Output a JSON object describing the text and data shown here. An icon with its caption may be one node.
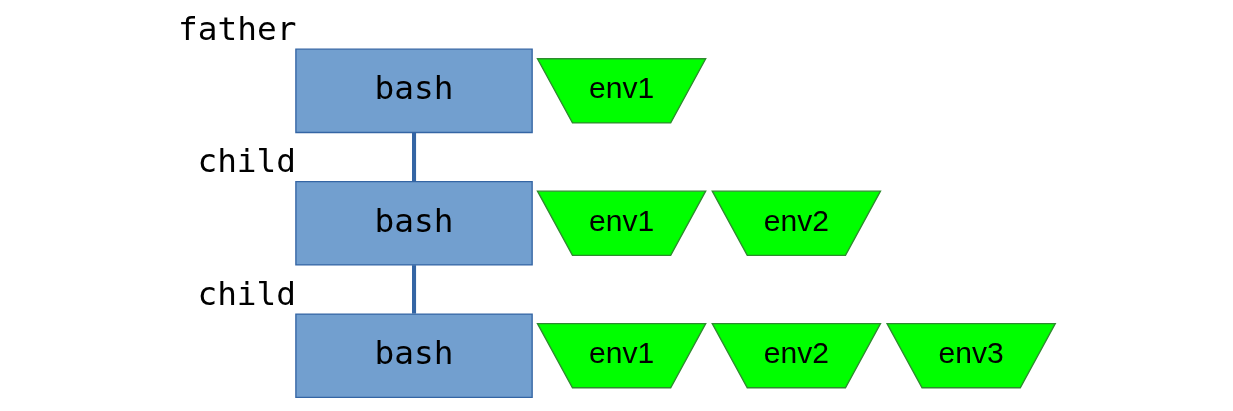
{
  "diagram": {
    "nodes": [
      {
        "text": [
          "bash"
        ],
        "beside": [
          "father"
        ]
      },
      {
        "text": [
          "env1"
        ]
      },
      {
        "text": [
          "bash"
        ],
        "beside": [
          "child"
        ]
      },
      {
        "text": [
          "env1"
        ]
      },
      {
        "text": [
          "env2"
        ]
      },
      {
        "text": [
          "bash"
        ],
        "beside": [
          "child"
        ]
      },
      {
        "text": [
          "env1"
        ]
      },
      {
        "text": [
          "env2"
        ]
      },
      {
        "text": [
          "env3"
        ]
      }
    ],
    "edges": [
      {
        "from": 0,
        "to": 2,
        "arrow": "none"
      },
      {
        "from": 2,
        "to": 5,
        "arrow": "none"
      }
    ]
  }
}
